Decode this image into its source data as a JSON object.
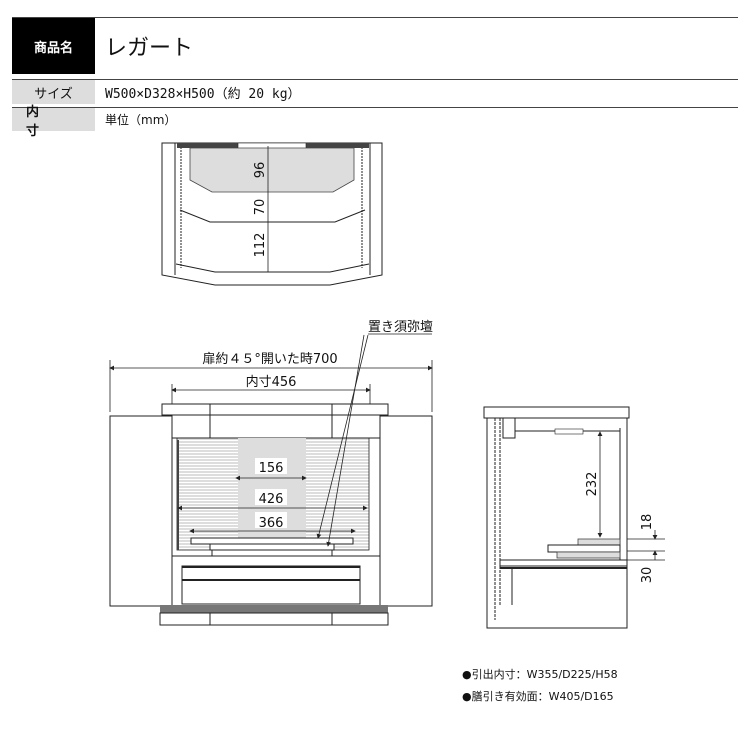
{
  "product": {
    "name_label": "商品名",
    "name": "レガート",
    "size_label": "サイズ",
    "size": "W500×D328×H500（約 20 kg）",
    "inner_label": "内 寸",
    "unit": "単位（mm）"
  },
  "top_view": {
    "dims": [
      "96",
      "70",
      "112"
    ]
  },
  "front_view": {
    "door_open_width": "扉約４５°開いた時700",
    "inner_width": "内寸456",
    "dims": [
      "156",
      "426",
      "366"
    ],
    "callout": "置き須弥壇"
  },
  "side_view": {
    "dims": [
      "232",
      "18",
      "30"
    ]
  },
  "notes": [
    "●引出内寸：W355/D225/H58",
    "●膳引き有効面：W405/D165"
  ]
}
